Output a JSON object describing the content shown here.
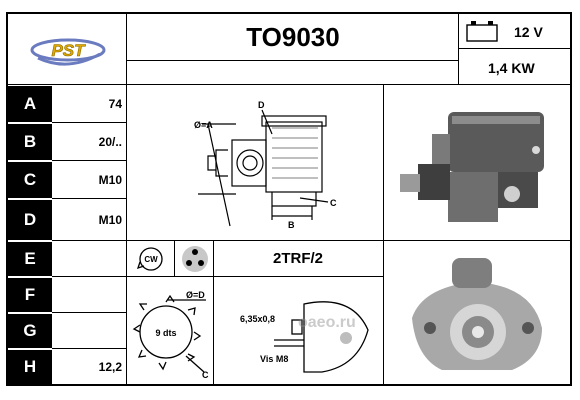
{
  "header": {
    "title": "TO9030",
    "voltage": "12 V",
    "power": "1,4 KW"
  },
  "logo": {
    "text": "PST",
    "icon": "brand-logo"
  },
  "rows": [
    {
      "letter": "A",
      "value": "74"
    },
    {
      "letter": "B",
      "value": "20/.."
    },
    {
      "letter": "C",
      "value": "M10"
    },
    {
      "letter": "D",
      "value": "M10"
    },
    {
      "letter": "E",
      "value": ""
    },
    {
      "letter": "F",
      "value": ""
    },
    {
      "letter": "G",
      "value": ""
    },
    {
      "letter": "H",
      "value": "12,2"
    }
  ],
  "diagram": {
    "label_dia": "Ø=A",
    "label_b": "B",
    "label_c": "C",
    "label_d": "D"
  },
  "rotation": {
    "label": "CW",
    "icon": "clockwise-rotation-icon"
  },
  "terminal_code": "2TRF/2",
  "pinion": {
    "teeth_label": "9 dts",
    "dia_label": "Ø=D",
    "c_label": "C"
  },
  "mount": {
    "thread_label": "6,35x0,8",
    "screw_label": "Vis M8"
  },
  "watermark": "oaeo.ru",
  "colors": {
    "header_fill": "#000000",
    "text": "#000000"
  }
}
